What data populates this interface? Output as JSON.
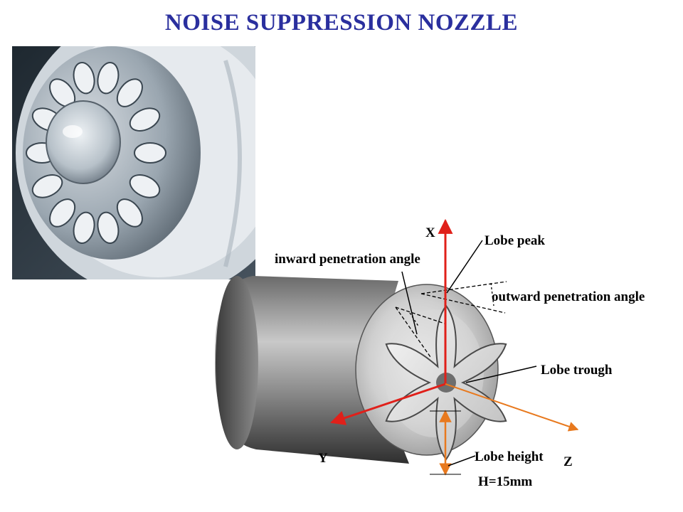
{
  "title": "NOISE SUPPRESSION NOZZLE",
  "colors": {
    "title": "#2a2f9e",
    "axis_x": "#e0201a",
    "axis_y": "#e0201a",
    "axis_z": "#e8791e",
    "lobe_height_arrow": "#e8791e"
  },
  "photo": {
    "icon": "nozzle-photo"
  },
  "axes": {
    "x": "X",
    "y": "Y",
    "z": "Z"
  },
  "labels": {
    "lobe_peak": "Lobe peak",
    "inward_angle": "inward penetration angle",
    "outward_angle": "outward penetration angle",
    "lobe_trough": "Lobe trough",
    "lobe_height": "Lobe height",
    "height_value": "H=15mm"
  }
}
